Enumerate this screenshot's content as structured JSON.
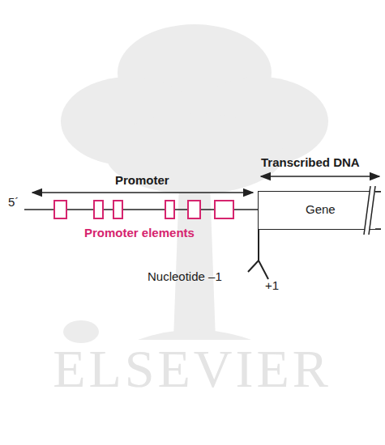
{
  "diagram": {
    "nodes": [
      {
        "text": [
          "Gene"
        ]
      }
    ],
    "labels": [
      "Transcribed DNA",
      "Promoter",
      "5´",
      "Promoter elements",
      "Nucleotide –1",
      "+1",
      "ELSEVIER"
    ]
  }
}
